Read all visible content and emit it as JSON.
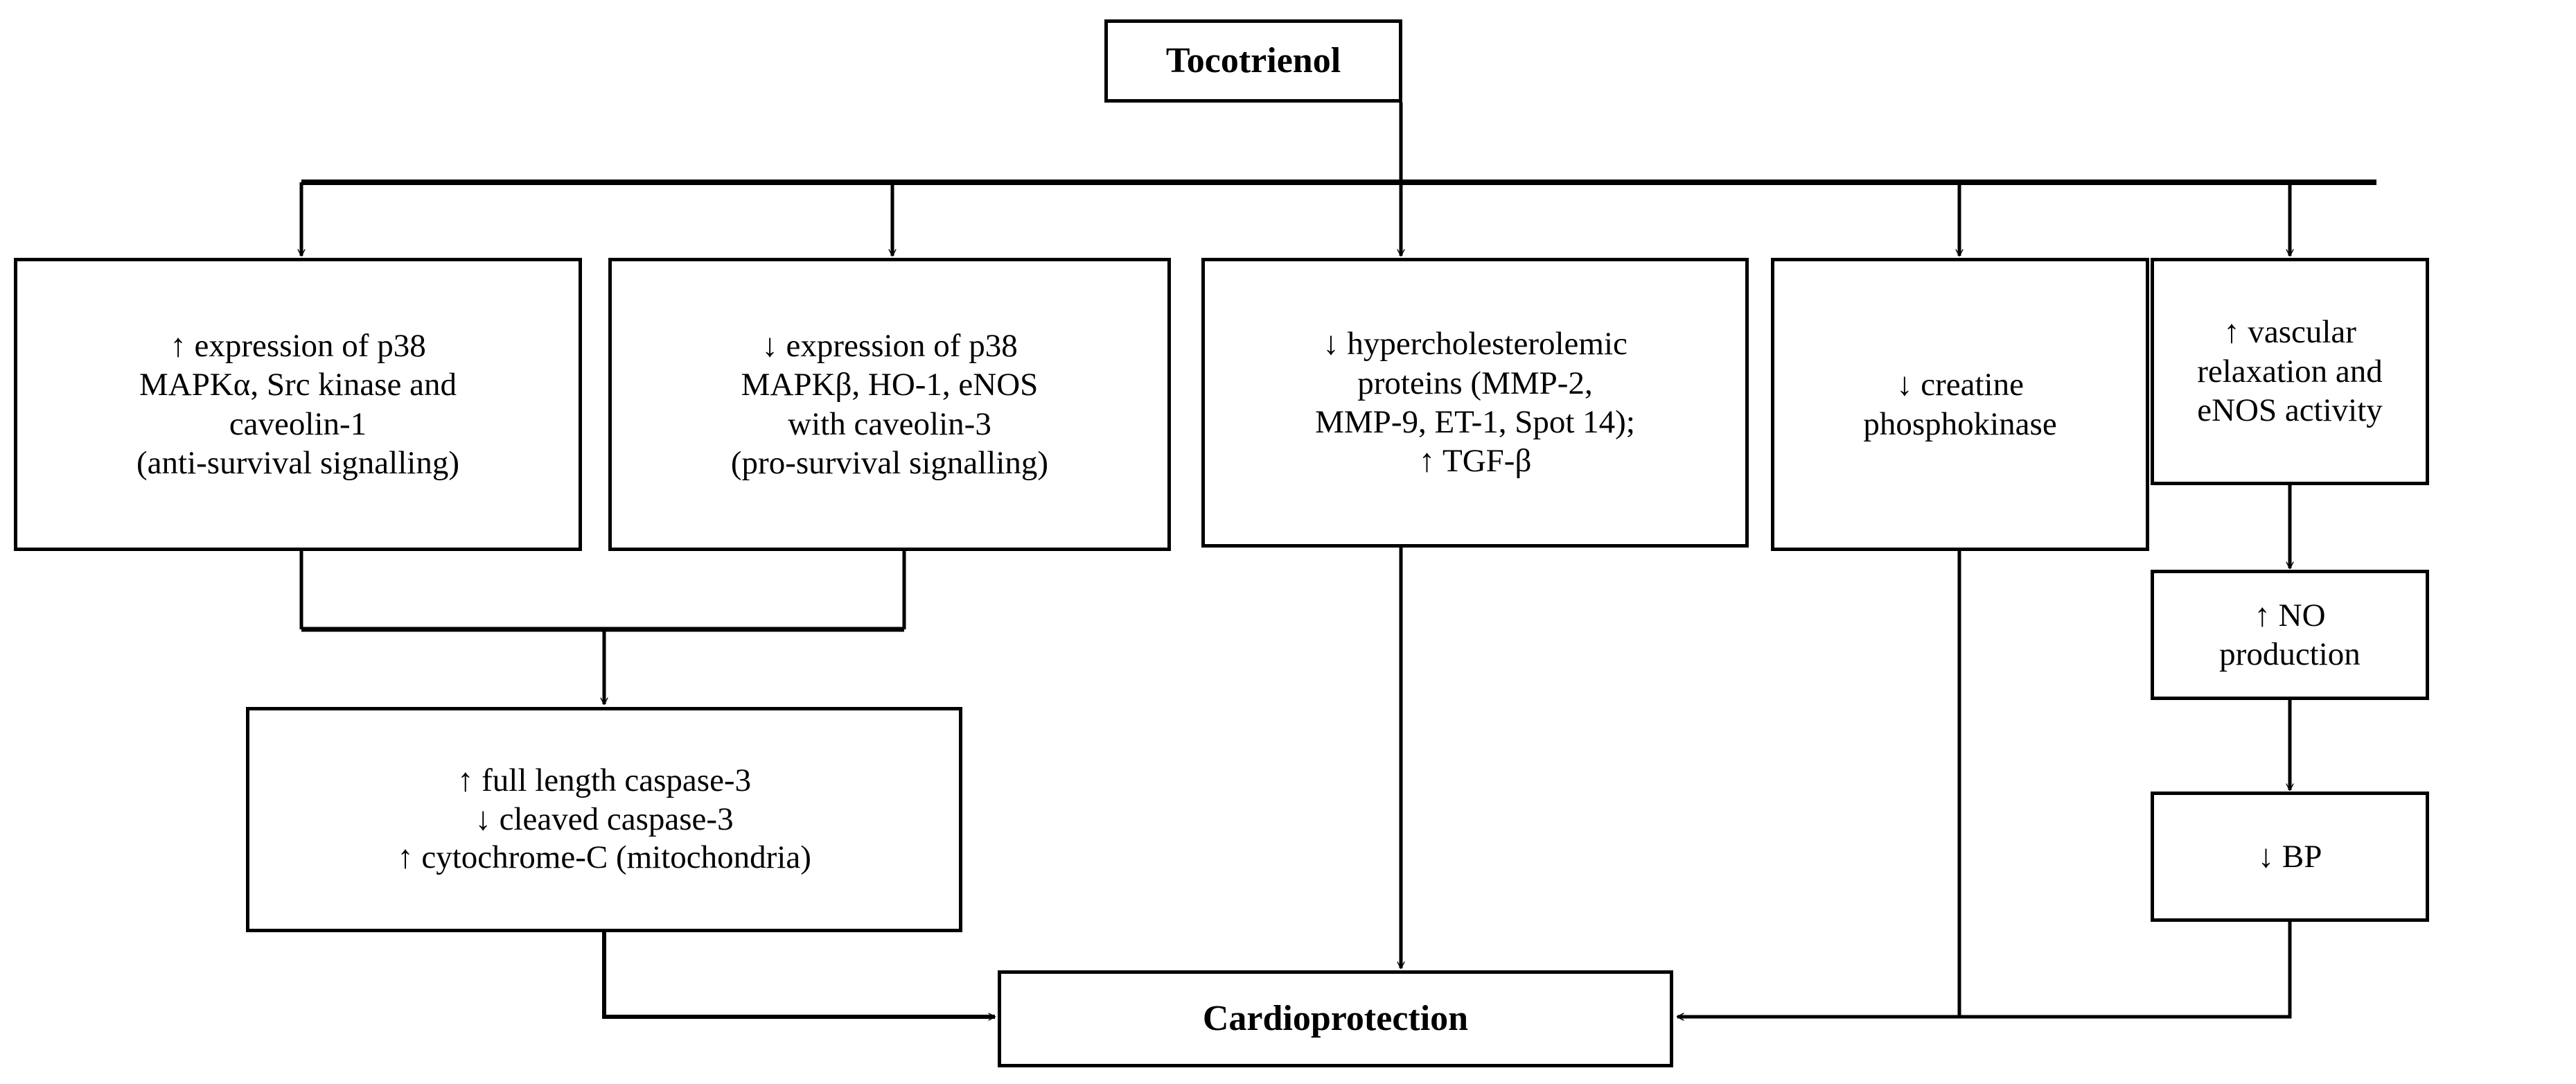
{
  "diagram": {
    "title": "Tocotrienol cardioprotection mechanism flowchart",
    "type": "flowchart",
    "colors": {
      "stroke": "#000000",
      "fill": "#ffffff",
      "text": "#000000"
    },
    "nodes": {
      "tocotrienol": {
        "label": "Tocotrienol",
        "bold": true
      },
      "p38_up": {
        "label": "↑ expression of p38\nMAPKα, Src kinase and\ncaveolin-1\n(anti-survival signalling)"
      },
      "p38_down": {
        "label": "↓ expression of p38\nMAPKβ, HO-1, eNOS\nwith caveolin-3\n(pro-survival signalling)"
      },
      "hypercholesterolemic": {
        "label": "↓ hypercholesterolemic\nproteins (MMP-2,\nMMP-9, ET-1, Spot 14);\n↑ TGF-β"
      },
      "creatine": {
        "label": "↓ creatine\nphosphokinase"
      },
      "vascular": {
        "label": "↑ vascular\nrelaxation and\neNOS activity"
      },
      "caspase": {
        "label": "↑ full length caspase-3\n↓ cleaved caspase-3\n↑ cytochrome-C (mitochondria)"
      },
      "no_production": {
        "label": "↑ NO\nproduction"
      },
      "bp": {
        "label": "↓ BP"
      },
      "cardioprotection": {
        "label": "Cardioprotection",
        "bold": true
      }
    },
    "edges": [
      {
        "from": "tocotrienol",
        "to": "p38_up",
        "style": "bus-branch-arrow"
      },
      {
        "from": "tocotrienol",
        "to": "p38_down",
        "style": "bus-branch-arrow"
      },
      {
        "from": "tocotrienol",
        "to": "hypercholesterolemic",
        "style": "bus-branch-arrow"
      },
      {
        "from": "tocotrienol",
        "to": "creatine",
        "style": "bus-branch-arrow"
      },
      {
        "from": "tocotrienol",
        "to": "vascular",
        "style": "bus-branch-arrow"
      },
      {
        "from": "p38_up",
        "to": "caspase",
        "style": "merge-arrow"
      },
      {
        "from": "p38_down",
        "to": "caspase",
        "style": "merge-arrow"
      },
      {
        "from": "caspase",
        "to": "cardioprotection",
        "style": "elbow-arrow-right"
      },
      {
        "from": "hypercholesterolemic",
        "to": "cardioprotection",
        "style": "straight-arrow-down"
      },
      {
        "from": "creatine",
        "to": "cardioprotection",
        "style": "elbow-arrow-left"
      },
      {
        "from": "vascular",
        "to": "no_production",
        "style": "straight-arrow-down"
      },
      {
        "from": "no_production",
        "to": "bp",
        "style": "straight-arrow-down"
      },
      {
        "from": "bp",
        "to": "cardioprotection",
        "style": "elbow-arrow-left"
      }
    ]
  }
}
